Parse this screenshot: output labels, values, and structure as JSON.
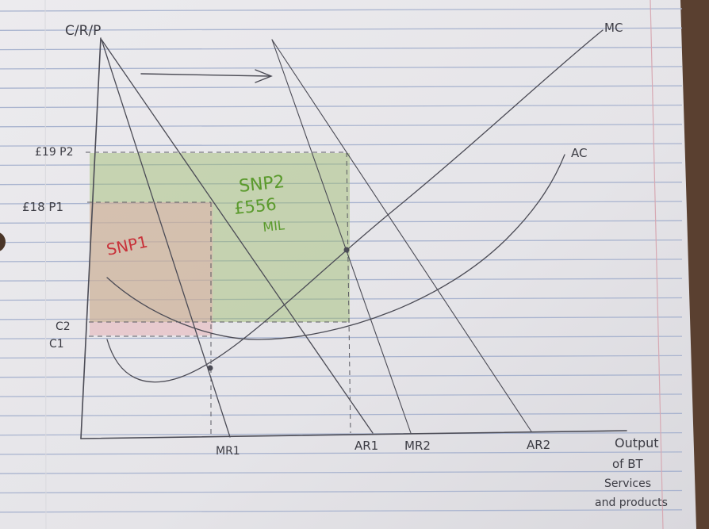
{
  "labels": {
    "y_axis": "C/R/P",
    "p2": "£19 P2",
    "p1": "£18 P1",
    "c2": "C2",
    "c1": "C1",
    "mc": "MC",
    "ac": "AC",
    "mr1": "MR1",
    "ar1": "AR1",
    "mr2": "MR2",
    "ar2": "AR2",
    "snp1": "SNP1",
    "snp2": "SNP2",
    "snp2_value_1": "£556",
    "snp2_value_2": "MIL",
    "x_axis_line1": "Output",
    "x_axis_line2": "of BT",
    "x_axis_line3": "Services",
    "x_axis_line4": "and products"
  },
  "colors": {
    "paper": "#e9e8ea",
    "rule": "#a9b4cf",
    "margin": "#d7a9b3",
    "pencil": "#4b4b55",
    "snp1_fill": "#e6a9ad",
    "snp2_fill": "#9cbb6a",
    "snp1_text": "#c8323a",
    "snp2_text": "#5a9a2c"
  }
}
